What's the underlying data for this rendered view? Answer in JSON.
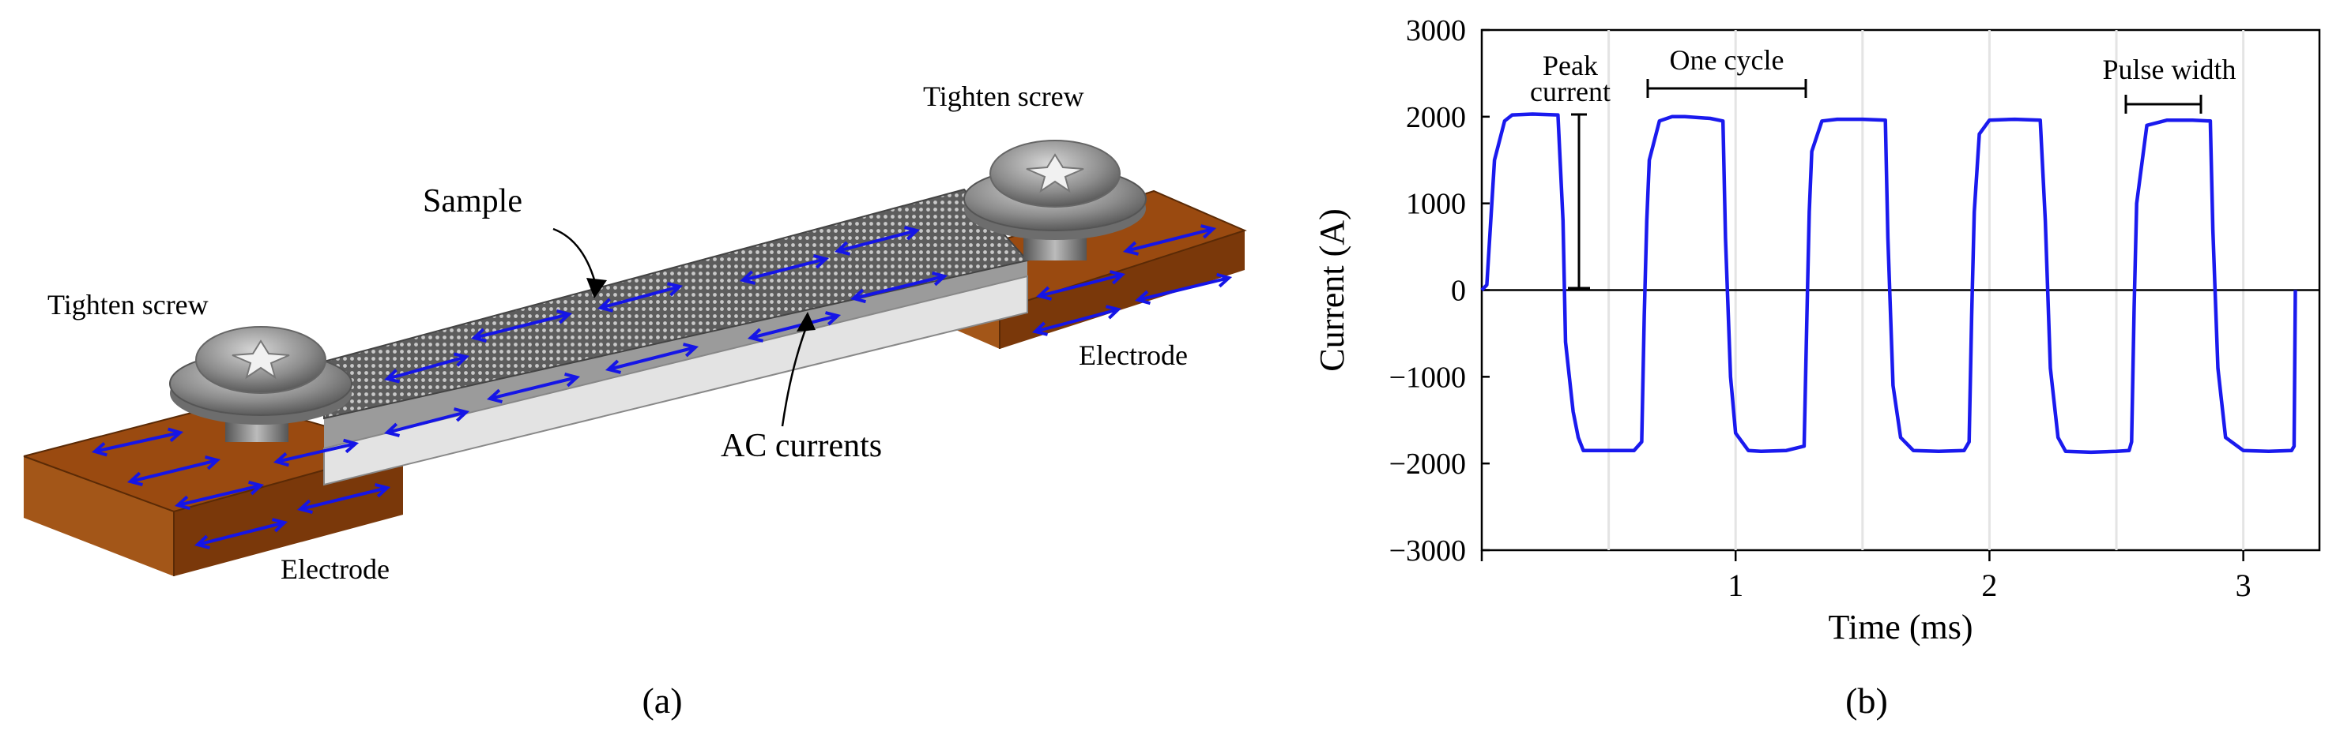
{
  "colors": {
    "current_arrow": "#1515e6",
    "electrode_top": "#9a4a10",
    "electrode_front": "#7a380a",
    "electrode_side": "#a35618",
    "sample_top": "#6f6f6f",
    "sample_front": "#e3e3e3",
    "screw": "#8a8a8a",
    "waveform": "#1a1aee",
    "axis": "#000000",
    "gridline": "#e4e4e4"
  },
  "panel_a": {
    "caption": "(a)",
    "labels": {
      "sample": "Sample",
      "ac_currents": "AC currents",
      "tighten_screw_left": "Tighten screw",
      "tighten_screw_right": "Tighten screw",
      "electrode_left": "Electrode",
      "electrode_right": "Electrode"
    }
  },
  "panel_b": {
    "caption": "(b)",
    "annotations": {
      "peak_current_line1": "Peak",
      "peak_current_line2": "current",
      "one_cycle": "One cycle",
      "pulse_width": "Pulse width"
    }
  },
  "chart_data": {
    "type": "line",
    "xlabel": "Time (ms)",
    "ylabel": "Current (A)",
    "xlim": [
      0,
      3.3
    ],
    "ylim": [
      -3000,
      3000
    ],
    "xticks": [
      1,
      2,
      3
    ],
    "yticks": [
      -3000,
      -2000,
      -1000,
      0,
      1000,
      2000,
      3000
    ],
    "ytick_labels": [
      "−3000",
      "−2000",
      "−1000",
      "0",
      "1000",
      "2000",
      "3000"
    ],
    "grid": "vertical-light",
    "series": [
      {
        "x": [
          0.0,
          0.02,
          0.05,
          0.09,
          0.12,
          0.2,
          0.3,
          0.32,
          0.33,
          0.36,
          0.38,
          0.4,
          0.5,
          0.6,
          0.63,
          0.64,
          0.65,
          0.66,
          0.7,
          0.75,
          0.8,
          0.9,
          0.95,
          0.96,
          0.98,
          1.0,
          1.05,
          1.1,
          1.2,
          1.27,
          1.28,
          1.29,
          1.3,
          1.34,
          1.4,
          1.5,
          1.59,
          1.6,
          1.62,
          1.65,
          1.7,
          1.8,
          1.9,
          1.92,
          1.93,
          1.94,
          1.96,
          2.0,
          2.1,
          2.2,
          2.22,
          2.24,
          2.27,
          2.3,
          2.4,
          2.5,
          2.55,
          2.56,
          2.57,
          2.58,
          2.62,
          2.7,
          2.8,
          2.87,
          2.88,
          2.9,
          2.93,
          3.0,
          3.1,
          3.19,
          3.2,
          3.205
        ],
        "y": [
          0,
          60,
          1500,
          1950,
          2020,
          2030,
          2020,
          800,
          -600,
          -1400,
          -1700,
          -1850,
          -1850,
          -1850,
          -1750,
          -300,
          800,
          1500,
          1950,
          2000,
          2000,
          1980,
          1950,
          600,
          -1000,
          -1650,
          -1850,
          -1860,
          -1850,
          -1800,
          -400,
          900,
          1600,
          1950,
          1970,
          1970,
          1960,
          600,
          -1100,
          -1700,
          -1850,
          -1860,
          -1850,
          -1750,
          -300,
          900,
          1800,
          1960,
          1970,
          1960,
          800,
          -900,
          -1700,
          -1860,
          -1870,
          -1860,
          -1850,
          -1750,
          -200,
          1000,
          1900,
          1960,
          1960,
          1950,
          700,
          -900,
          -1700,
          -1850,
          -1860,
          -1850,
          -1800,
          0
        ]
      }
    ]
  }
}
